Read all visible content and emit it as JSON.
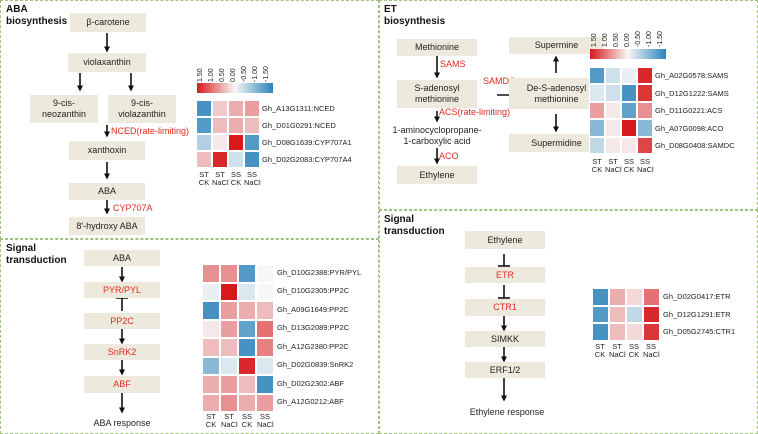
{
  "panels": {
    "aba_biosynthesis": {
      "title": "ABA\nbiosynthesis"
    },
    "et_biosynthesis": {
      "title": "ET\nbiosynthesis"
    },
    "aba_signal": {
      "title": "Signal\ntransduction"
    },
    "et_signal": {
      "title": "Signal\ntransduction"
    }
  },
  "aba_pathway": {
    "beta_carotene": "β-carotene",
    "violaxanthin": "violaxanthin",
    "neozanthin": "9-cis-\nneozanthin",
    "cis_violaxanthin": "9-cis-\nviolazanthin",
    "nced": "NCED(rate-limiting)",
    "xanthoxin": "xanthoxin",
    "aba": "ABA",
    "cyp707a": "CYP707A",
    "hydroxy_aba": "8'-hydroxy ABA"
  },
  "et_pathway": {
    "methionine": "Methionine",
    "sams": "SAMS",
    "sam": "S-adenosyl\nmethionine",
    "samdc": "SAMDC",
    "dcsam": "De-S-adenosyl\nmethionine",
    "supermine": "Supermine",
    "supermidine": "Supermidine",
    "acs": "ACS(rate-limiting)",
    "acc": "1-aminocyclopropane-\n1-carboxylic acid",
    "aco": "ACO",
    "ethylene": "Ethylene"
  },
  "aba_signal_pathway": {
    "aba": "ABA",
    "pyr": "PYR/PYL",
    "pp2c": "PP2C",
    "snrk2": "SnRK2",
    "abf": "ABF",
    "response": "ABA  response"
  },
  "et_signal_pathway": {
    "ethylene": "Ethylene",
    "etr": "ETR",
    "ctr1": "CTR1",
    "simkk": "SIMKK",
    "erf": "ERF1/2",
    "response": "Ethylene response"
  },
  "color_scale": {
    "ticks": [
      "1.50",
      "1.00",
      "0.50",
      "0.00",
      "-0.50",
      "-1.00",
      "-1.50"
    ],
    "high_color": "#d7191c",
    "mid_color": "#f7f7f7",
    "low_color": "#2b83ba"
  },
  "columns": [
    "ST\nCK",
    "ST\nNaCl",
    "SS\nCK",
    "SS\nNaCl"
  ],
  "heatmaps": {
    "aba_bio": {
      "genes": [
        "Gh_A13G1311:NCED",
        "Gh_D01G0291:NCED",
        "Gh_D08G1639:CYP707A1",
        "Gh_D02G2083:CYP707A4"
      ],
      "values": [
        [
          -1.3,
          0.3,
          0.5,
          0.6
        ],
        [
          -1.2,
          0.4,
          0.5,
          0.4
        ],
        [
          -0.5,
          0.1,
          1.5,
          -1.2
        ],
        [
          0.4,
          1.4,
          -0.3,
          -1.3
        ]
      ]
    },
    "et_bio": {
      "genes": [
        "Gh_A02G0578:SAMS",
        "Gh_D12G1222:SAMS",
        "Gh_D11G0221:ACS",
        "Gh_A07G0098:ACO",
        "Gh_D08G0408:SAMDC"
      ],
      "values": [
        [
          -1.2,
          -0.3,
          -0.1,
          1.4
        ],
        [
          -0.2,
          -0.3,
          -1.3,
          1.3
        ],
        [
          0.6,
          0.1,
          -1.1,
          0.7
        ],
        [
          -0.8,
          0.1,
          1.5,
          -0.8
        ],
        [
          -0.4,
          0.1,
          0.1,
          1.2
        ]
      ]
    },
    "aba_sig": {
      "genes": [
        "Gh_D10G2388:PYR/PYL",
        "Gh_D10G2305:PP2C",
        "Gh_A09G1649:PP2C",
        "Gh_D13G2089:PP2C",
        "Gh_A12G2380:PP2C",
        "Gh_D02G0839:SnRK2",
        "Gh_D02G2302:ABF",
        "Gh_A12G0212:ABF"
      ],
      "values": [
        [
          0.7,
          0.7,
          -1.2,
          0.0
        ],
        [
          -0.1,
          1.5,
          -0.2,
          0.0
        ],
        [
          -1.3,
          0.6,
          0.5,
          0.4
        ],
        [
          0.1,
          0.6,
          -1.1,
          0.9
        ],
        [
          0.4,
          0.4,
          -1.3,
          0.8
        ],
        [
          -0.8,
          -0.2,
          1.4,
          -0.2
        ],
        [
          0.5,
          0.6,
          0.4,
          -1.3
        ],
        [
          0.5,
          0.7,
          0.5,
          0.6
        ]
      ]
    },
    "et_sig": {
      "genes": [
        "Gh_D02G0417:ETR",
        "Gh_D12G1291:ETR",
        "Gh_D05G2745:CTR1"
      ],
      "values": [
        [
          -1.3,
          0.5,
          0.2,
          0.9
        ],
        [
          -1.2,
          0.4,
          -0.4,
          1.4
        ],
        [
          -1.3,
          0.4,
          0.2,
          1.3
        ]
      ]
    }
  }
}
